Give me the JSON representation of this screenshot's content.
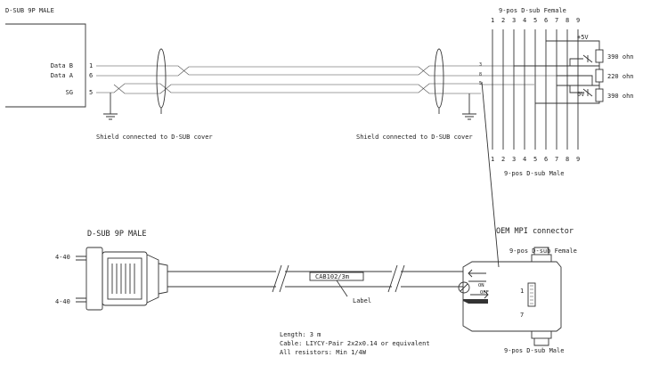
{
  "top": {
    "connector_left_title": "D-SUB 9P MALE",
    "pin_labels": [
      {
        "name": "Data B",
        "pin": "1"
      },
      {
        "name": "Data A",
        "pin": "6"
      },
      {
        "name": "SG",
        "pin": "5"
      }
    ],
    "shield_left": "Shield connected to D-SUB cover",
    "shield_right": "Shield connected to D-SUB cover",
    "right_pin_marks": [
      "3",
      "8",
      "5"
    ],
    "female_title": "9-pos D-sub Female",
    "male_title": "9-pos D-sub Male",
    "header_numbers": [
      "1",
      "2",
      "3",
      "4",
      "5",
      "6",
      "7",
      "8",
      "9"
    ],
    "supply_plus": "+5V",
    "supply_zero": "0V",
    "resistors": [
      "390 ohn",
      "220 ohn",
      "390 ohn"
    ]
  },
  "bottom": {
    "left_title": "D-SUB 9P MALE",
    "screw_top": "4-40",
    "screw_bottom": "4-40",
    "cable_tag": "CAB102/3m",
    "label_callout": "Label",
    "oem_title": "OEM MPI connector",
    "oem_female": "9-pos D-sub Female",
    "oem_male": "9-pos D-sub Male",
    "switch_on": "ON",
    "switch_off": "OFF",
    "pin_one": "1",
    "pin_seven": "7",
    "spec_length": "Length: 3 m",
    "spec_cable": "Cable: LIYCY-Pair 2x2x0.14 or equivalent",
    "spec_resistors": "All resistors: Min 1/4W"
  }
}
